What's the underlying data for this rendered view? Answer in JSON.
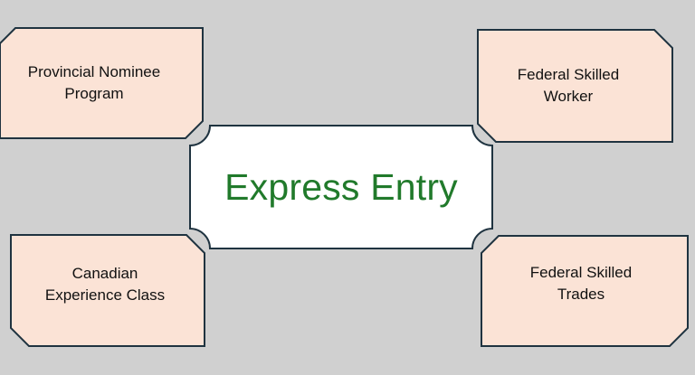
{
  "diagram": {
    "center": {
      "label": "Express Entry",
      "text_color": "#217a2b",
      "fill": "#ffffff"
    },
    "nodes": [
      {
        "id": "pnp",
        "label": "Provincial Nominee\nProgram"
      },
      {
        "id": "fsw",
        "label": "Federal Skilled\nWorker"
      },
      {
        "id": "cec",
        "label": "Canadian\nExperience Class"
      },
      {
        "id": "fst",
        "label": "Federal Skilled\nTrades"
      }
    ],
    "colors": {
      "background": "#d0d0d0",
      "node_fill": "#fbe3d6",
      "outline": "#1f3340"
    }
  }
}
